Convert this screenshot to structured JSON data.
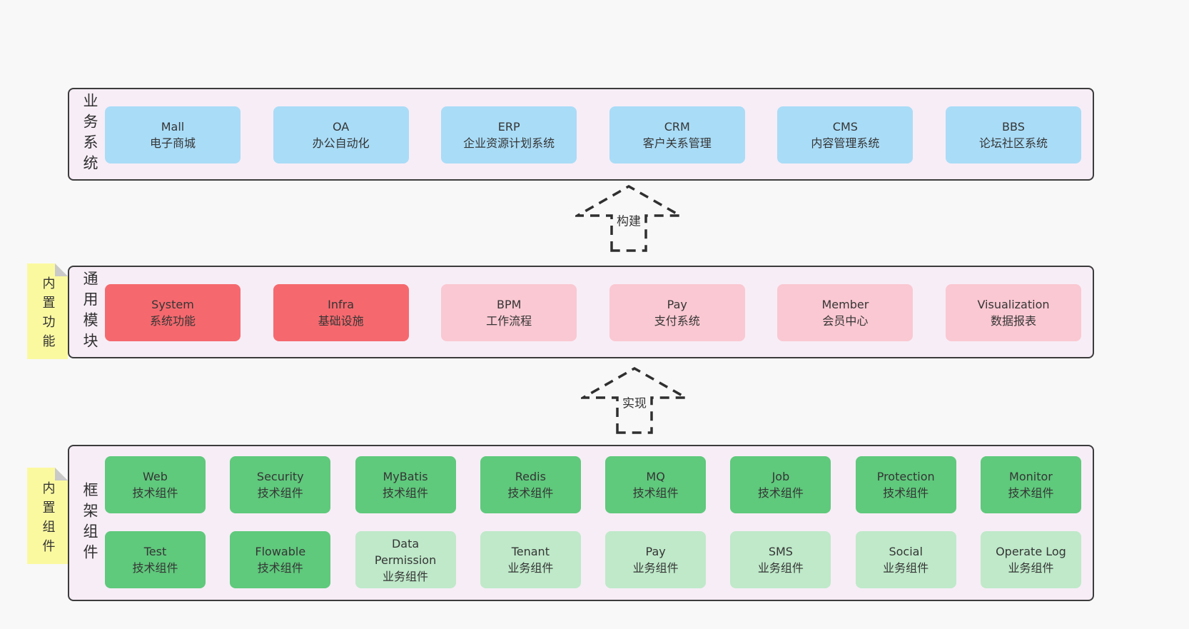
{
  "colors": {
    "page_bg": "#f8f8f8",
    "container_bg": "#f7edf6",
    "container_border": "#3c3c3c",
    "business_box": "#a9dcf7",
    "core_module_box": "#f5696e",
    "extend_module_box": "#fac8d2",
    "tech_component_box": "#5fc97c",
    "biz_component_box": "#bfe9c9",
    "sticky_bg": "#fbf9a0",
    "sticky_fold": "#c9c9c9"
  },
  "arrows": [
    {
      "label": "构建"
    },
    {
      "label": "实现"
    }
  ],
  "sections": {
    "business": {
      "label": "业务系统",
      "items": [
        {
          "name": "Mall",
          "desc": "电子商城"
        },
        {
          "name": "OA",
          "desc": "办公自动化"
        },
        {
          "name": "ERP",
          "desc": "企业资源计划系统"
        },
        {
          "name": "CRM",
          "desc": "客户关系管理"
        },
        {
          "name": "CMS",
          "desc": "内容管理系统"
        },
        {
          "name": "BBS",
          "desc": "论坛社区系统"
        }
      ]
    },
    "modules": {
      "label": "通用模块",
      "sticky": "内置功能",
      "items": [
        {
          "name": "System",
          "desc": "系统功能"
        },
        {
          "name": "Infra",
          "desc": "基础设施"
        },
        {
          "name": "BPM",
          "desc": "工作流程"
        },
        {
          "name": "Pay",
          "desc": "支付系统"
        },
        {
          "name": "Member",
          "desc": "会员中心"
        },
        {
          "name": "Visualization",
          "desc": "数据报表"
        }
      ]
    },
    "framework": {
      "label": "框架组件",
      "sticky": "内置组件",
      "row1": [
        {
          "name": "Web",
          "desc": "技术组件"
        },
        {
          "name": "Security",
          "desc": "技术组件"
        },
        {
          "name": "MyBatis",
          "desc": "技术组件"
        },
        {
          "name": "Redis",
          "desc": "技术组件"
        },
        {
          "name": "MQ",
          "desc": "技术组件"
        },
        {
          "name": "Job",
          "desc": "技术组件"
        },
        {
          "name": "Protection",
          "desc": "技术组件"
        },
        {
          "name": "Monitor",
          "desc": "技术组件"
        }
      ],
      "row2": [
        {
          "name": "Test",
          "desc": "技术组件"
        },
        {
          "name": "Flowable",
          "desc": "技术组件"
        },
        {
          "name": "Data Permission",
          "desc": "业务组件"
        },
        {
          "name": "Tenant",
          "desc": "业务组件"
        },
        {
          "name": "Pay",
          "desc": "业务组件"
        },
        {
          "name": "SMS",
          "desc": "业务组件"
        },
        {
          "name": "Social",
          "desc": "业务组件"
        },
        {
          "name": "Operate Log",
          "desc": "业务组件"
        }
      ]
    }
  }
}
